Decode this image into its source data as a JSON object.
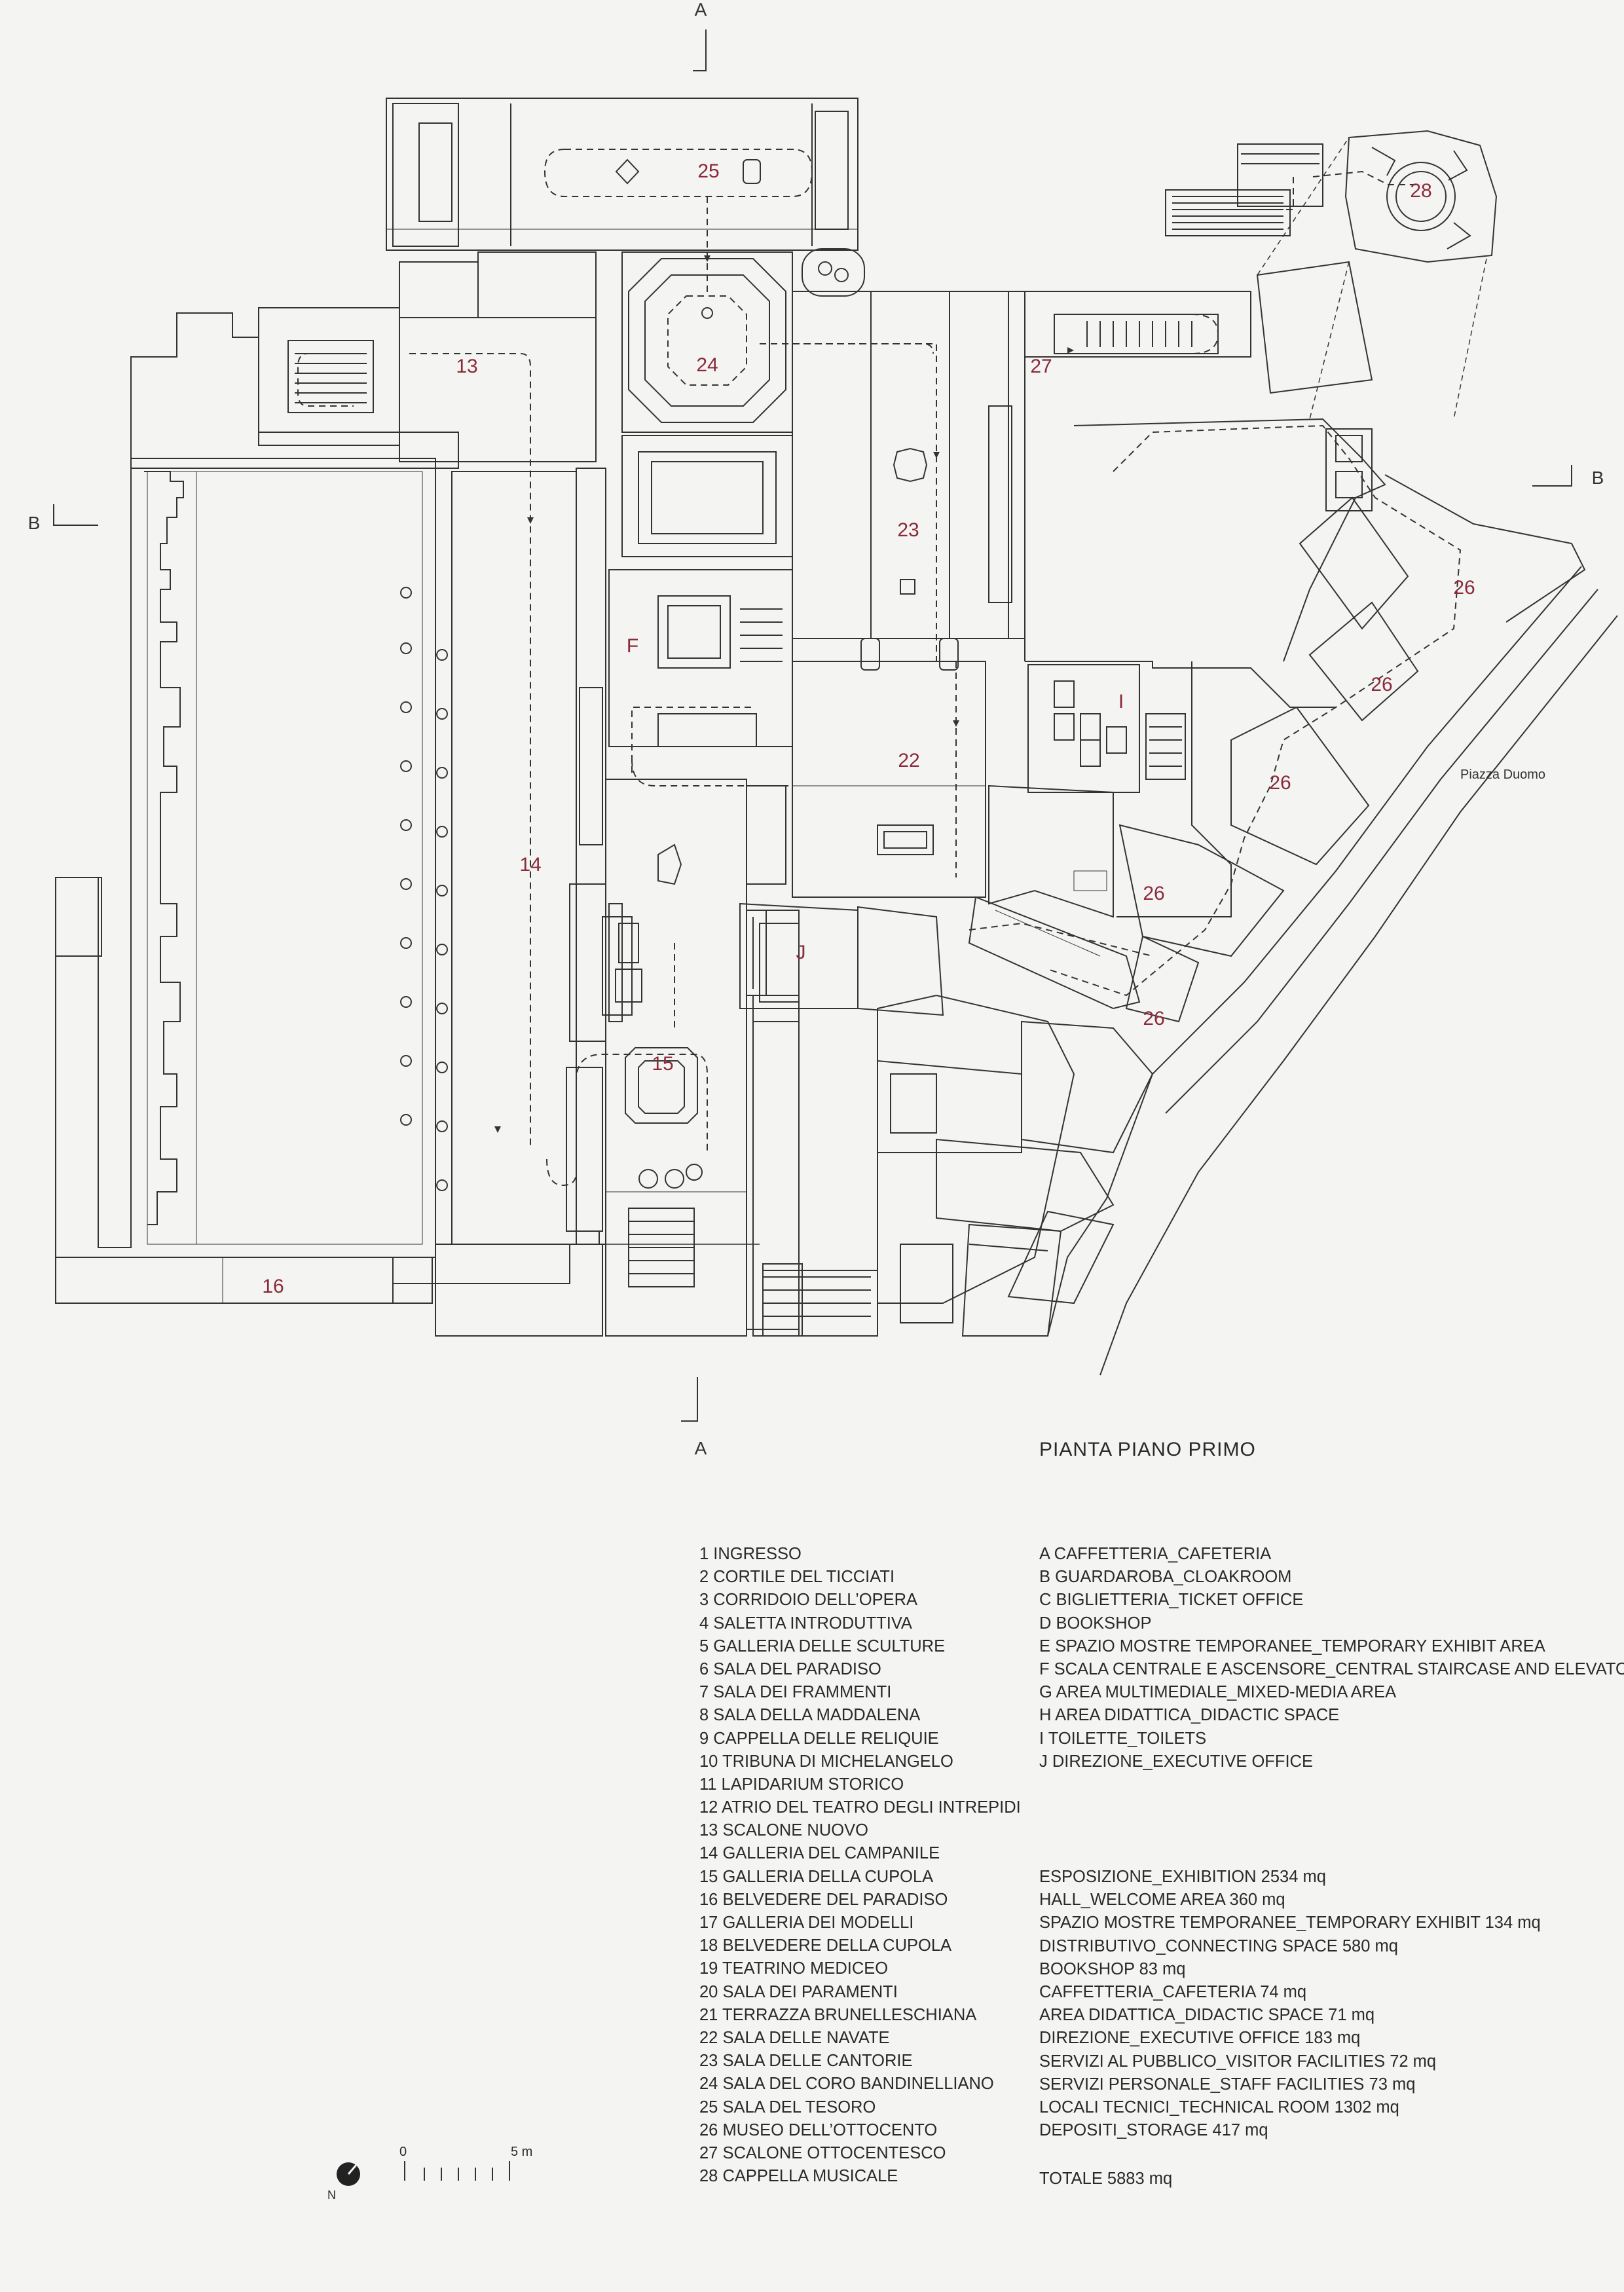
{
  "plan": {
    "title": "PIANTA PIANO PRIMO",
    "street": "Piazza Duomo",
    "sections": {
      "a_top": "A",
      "a_bottom": "A",
      "b_left": "B",
      "b_right": "B"
    },
    "rooms": [
      {
        "id": "r25",
        "label": "25"
      },
      {
        "id": "r28",
        "label": "28"
      },
      {
        "id": "r13",
        "label": "13"
      },
      {
        "id": "r24",
        "label": "24"
      },
      {
        "id": "r27",
        "label": "27"
      },
      {
        "id": "r23",
        "label": "23"
      },
      {
        "id": "rF",
        "label": "F"
      },
      {
        "id": "r26a",
        "label": "26"
      },
      {
        "id": "r26b",
        "label": "26"
      },
      {
        "id": "rI",
        "label": "I"
      },
      {
        "id": "r26c",
        "label": "26"
      },
      {
        "id": "r22",
        "label": "22"
      },
      {
        "id": "r14",
        "label": "14"
      },
      {
        "id": "r26d",
        "label": "26"
      },
      {
        "id": "rJ",
        "label": "J"
      },
      {
        "id": "r26e",
        "label": "26"
      },
      {
        "id": "r15",
        "label": "15"
      },
      {
        "id": "r16",
        "label": "16"
      }
    ]
  },
  "legend": {
    "rooms": [
      "1 INGRESSO",
      "2 CORTILE DEL TICCIATI",
      "3 CORRIDOIO DELL’OPERA",
      "4 SALETTA INTRODUTTIVA",
      "5 GALLERIA DELLE SCULTURE",
      "6 SALA DEL PARADISO",
      "7 SALA DEI FRAMMENTI",
      "8 SALA DELLA MADDALENA",
      "9 CAPPELLA DELLE RELIQUIE",
      "10 TRIBUNA DI MICHELANGELO",
      "11 LAPIDARIUM STORICO",
      "12 ATRIO DEL TEATRO DEGLI INTREPIDI",
      "13 SCALONE NUOVO",
      "14 GALLERIA DEL CAMPANILE",
      "15 GALLERIA DELLA CUPOLA",
      "16 BELVEDERE DEL PARADISO",
      "17 GALLERIA DEI MODELLI",
      "18 BELVEDERE DELLA CUPOLA",
      "19 TEATRINO MEDICEO",
      "20 SALA DEI PARAMENTI",
      "21 TERRAZZA BRUNELLESCHIANA",
      "22 SALA DELLE NAVATE",
      "23 SALA DELLE CANTORIE",
      "24 SALA DEL CORO BANDINELLIANO",
      "25 SALA DEL TESORO",
      "26 MUSEO DELL’OTTOCENTO",
      "27 SCALONE OTTOCENTESCO",
      "28 CAPPELLA MUSICALE"
    ],
    "services": [
      "A CAFFETTERIA_CAFETERIA",
      "B GUARDAROBA_CLOAKROOM",
      "C BIGLIETTERIA_TICKET OFFICE",
      "D BOOKSHOP",
      "E SPAZIO MOSTRE TEMPORANEE_TEMPORARY EXHIBIT AREA",
      "F SCALA CENTRALE E ASCENSORE_CENTRAL STAIRCASE AND ELEVATOR",
      "G AREA MULTIMEDIALE_MIXED-MEDIA AREA",
      "H AREA DIDATTICA_DIDACTIC SPACE",
      "I TOILETTE_TOILETS",
      "J DIREZIONE_EXECUTIVE OFFICE"
    ],
    "areas": [
      "ESPOSIZIONE_EXHIBITION 2534 mq",
      "HALL_WELCOME AREA 360 mq",
      "SPAZIO MOSTRE TEMPORANEE_TEMPORARY EXHIBIT 134 mq",
      "DISTRIBUTIVO_CONNECTING SPACE 580 mq",
      "BOOKSHOP 83 mq",
      "CAFFETTERIA_CAFETERIA 74 mq",
      "AREA DIDATTICA_DIDACTIC SPACE 71 mq",
      "DIREZIONE_EXECUTIVE OFFICE 183 mq",
      "SERVIZI AL PUBBLICO_VISITOR FACILITIES 72 mq",
      "SERVIZI PERSONALE_STAFF FACILITIES 73 mq",
      "LOCALI TECNICI_TECHNICAL ROOM 1302 mq",
      "DEPOSITI_STORAGE 417 mq"
    ],
    "total": "TOTALE 5883 mq"
  },
  "scale": {
    "zero": "0",
    "max": "5 m"
  },
  "north": "N",
  "colors": {
    "line": "#333333",
    "room_label": "#8b2a3a",
    "background": "#f4f4f2"
  }
}
